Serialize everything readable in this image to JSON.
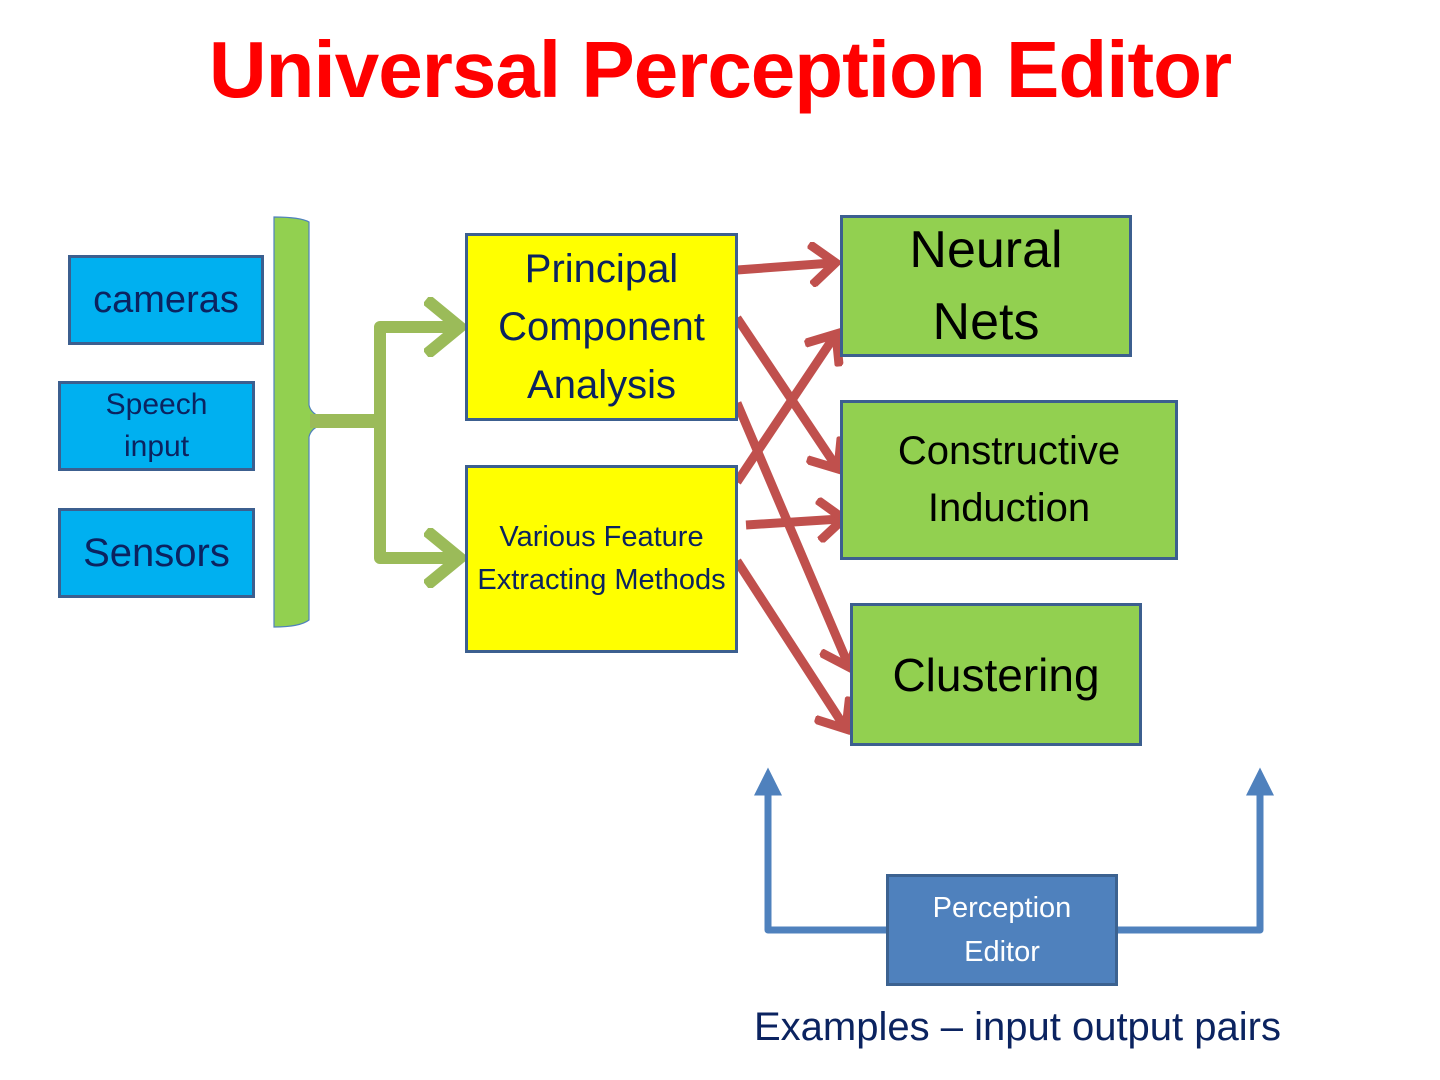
{
  "title": "Universal Perception Editor",
  "inputs": [
    {
      "label": "cameras"
    },
    {
      "label": "Speech input"
    },
    {
      "label": "Sensors"
    }
  ],
  "feature_methods": [
    {
      "label": "Principal Component Analysis"
    },
    {
      "label": "Various Feature Extracting Methods"
    }
  ],
  "learners": [
    {
      "label": "Neural Nets"
    },
    {
      "label": "Constructive Induction"
    },
    {
      "label": "Clustering"
    }
  ],
  "editor": {
    "label": "Perception Editor"
  },
  "footer": "Examples – input output pairs",
  "colors": {
    "title": "#ff0000",
    "input_box": "#00b0f0",
    "feature_box": "#ffff00",
    "learner_box": "#92d050",
    "editor_box": "#4f81bd",
    "bracket": "#92d050",
    "green_arrows": "#9bbb59",
    "red_arrows": "#c0504d",
    "blue_arrows": "#4f81bd"
  }
}
